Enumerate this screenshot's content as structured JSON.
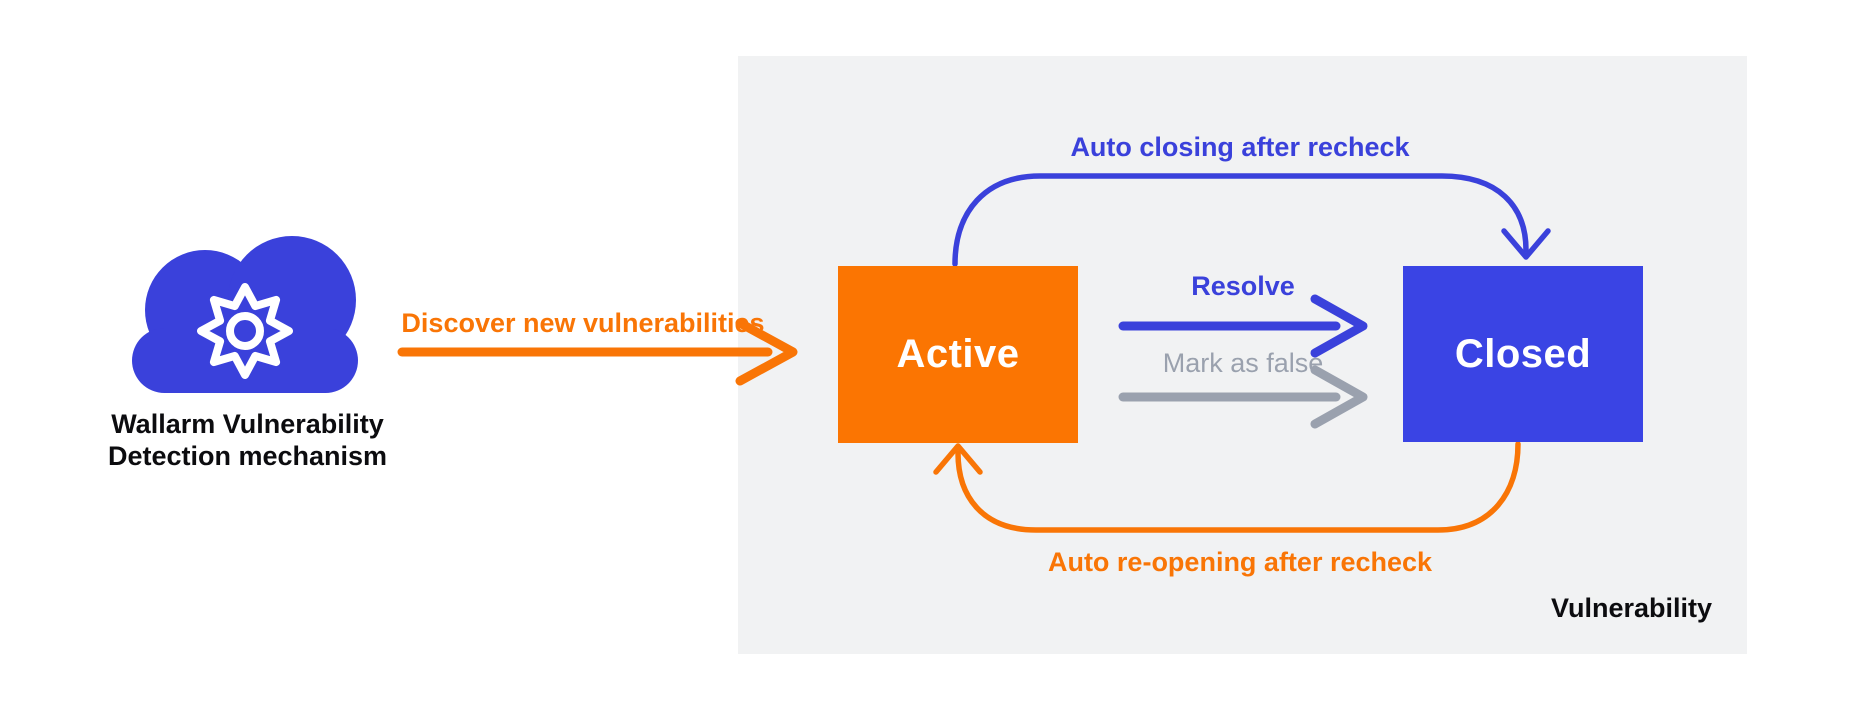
{
  "colors": {
    "blue": "#3A41DB",
    "orange": "#F97506",
    "orange_box": "#FB7502",
    "blue_box": "#3A44E4",
    "gray": "#9AA1AE",
    "panel_bg": "#F1F2F3",
    "text_dark": "#0C0C0F",
    "white": "#FFFFFF"
  },
  "detector": {
    "icon": "cloud-gear-icon",
    "label_line1": "Wallarm Vulnerability",
    "label_line2": "Detection mechanism"
  },
  "discover": {
    "label": "Discover new vulnerabilities"
  },
  "lifecycle_panel": {
    "caption": "Vulnerability",
    "active_state": "Active",
    "closed_state": "Closed",
    "auto_close_label": "Auto closing after recheck",
    "resolve_label": "Resolve",
    "mark_false_label": "Mark as false",
    "auto_reopen_label": "Auto re-opening after recheck"
  }
}
